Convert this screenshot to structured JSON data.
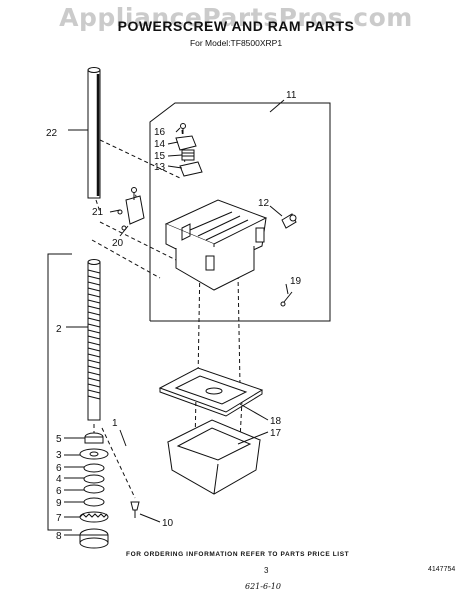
{
  "watermark": "AppliancePartsPros.com",
  "title": "POWERSCREW AND RAM PARTS",
  "subtitle": "For Model:TF8500XRP1",
  "callouts": [
    "1",
    "2",
    "3",
    "4",
    "5",
    "6",
    "6",
    "7",
    "8",
    "9",
    "10",
    "11",
    "12",
    "13",
    "14",
    "15",
    "16",
    "17",
    "18",
    "19",
    "20",
    "21",
    "22"
  ],
  "footer": {
    "order_note": "FOR ORDERING INFORMATION REFER TO PARTS PRICE LIST",
    "page_number": "3",
    "doc_number": "4147754",
    "handwritten": "621-6-10"
  }
}
